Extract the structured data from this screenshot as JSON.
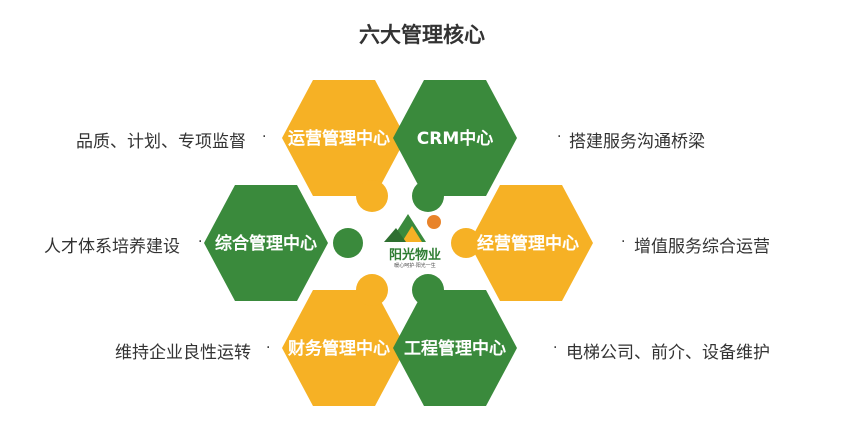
{
  "title": "六大管理核心",
  "logo": {
    "name": "阳光物业",
    "slogan": "暖心呵护·阳光一生"
  },
  "colors": {
    "yellow": "#F6B125",
    "green": "#3A8A3C"
  },
  "centers": [
    {
      "label": "运营管理中心",
      "desc": "品质、计划、专项监督",
      "color": "yellow"
    },
    {
      "label": "CRM中心",
      "desc": "搭建服务沟通桥梁",
      "color": "green"
    },
    {
      "label": "综合管理中心",
      "desc": "人才体系培养建设",
      "color": "green"
    },
    {
      "label": "经营管理中心",
      "desc": "增值服务综合运营",
      "color": "yellow"
    },
    {
      "label": "财务管理中心",
      "desc": "维持企业良性运转",
      "color": "yellow"
    },
    {
      "label": "工程管理中心",
      "desc": "电梯公司、前介、设备维护",
      "color": "green"
    }
  ]
}
